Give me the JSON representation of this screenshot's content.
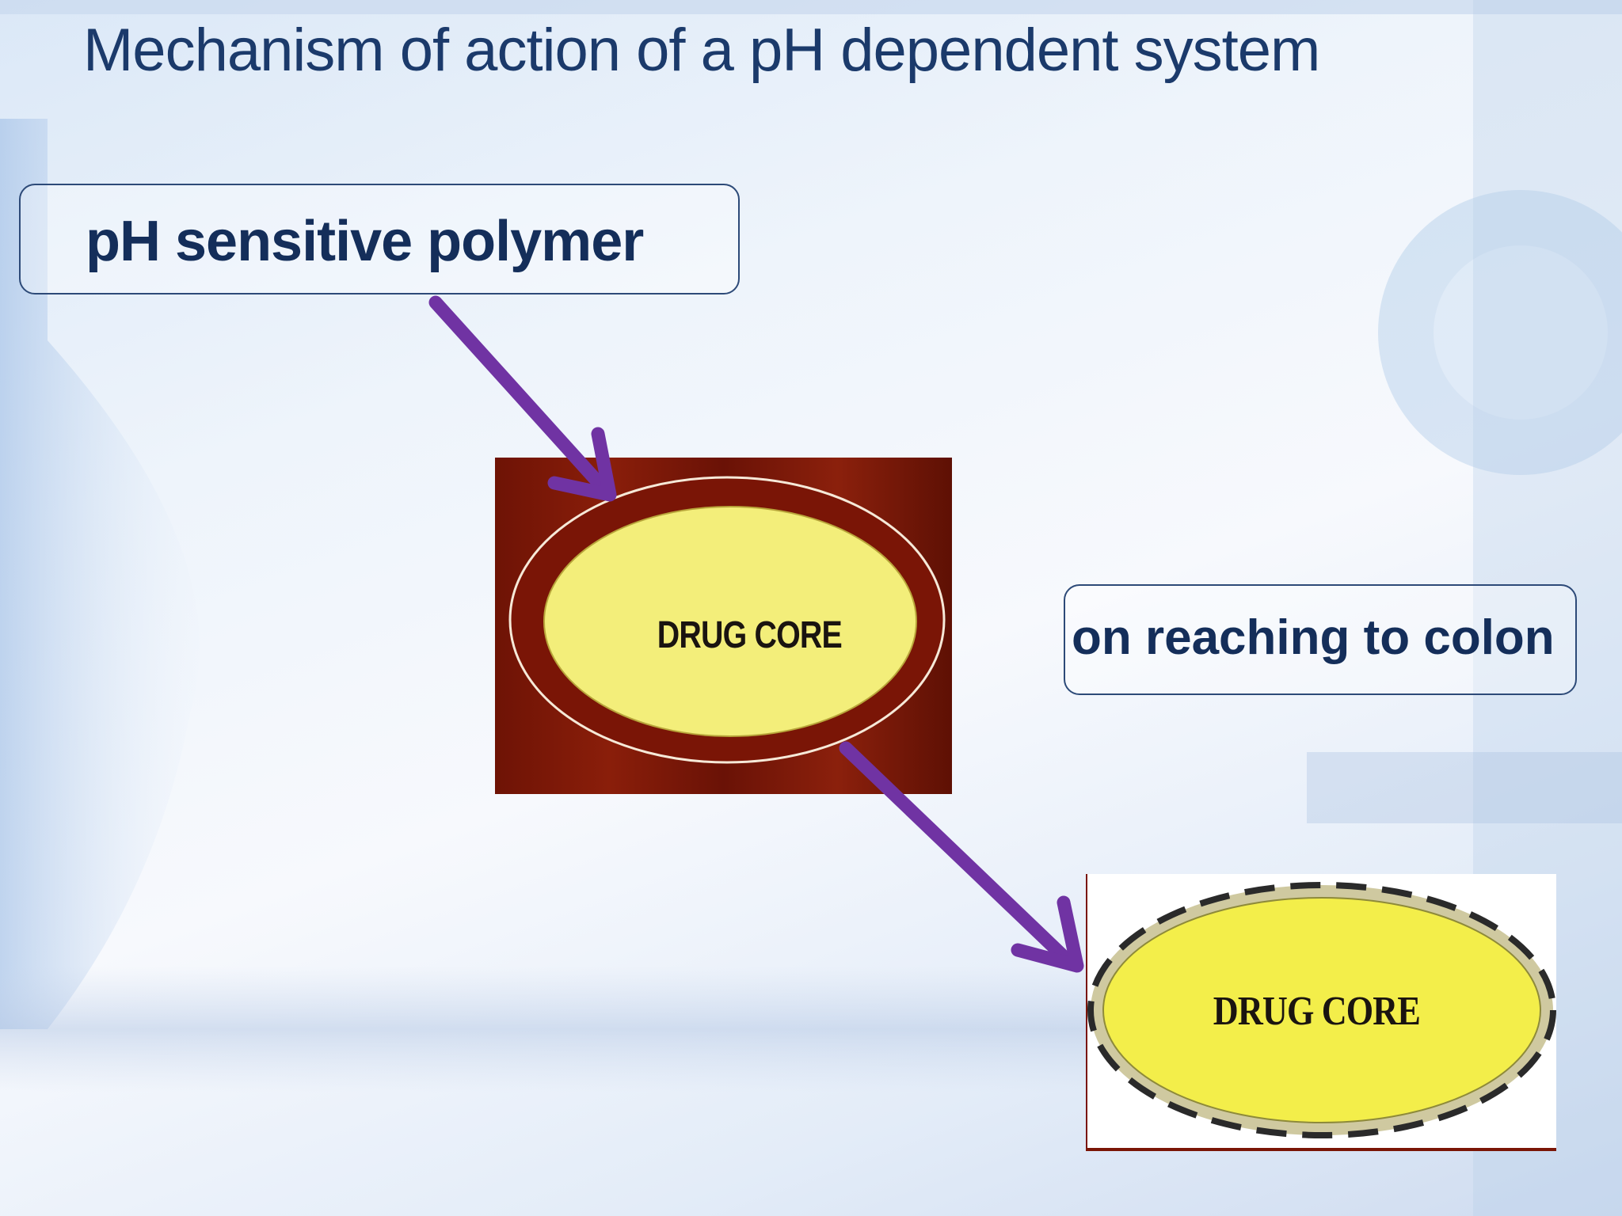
{
  "slide": {
    "title": "Mechanism of action of a pH dependent system"
  },
  "labels": {
    "polymer": "pH sensitive polymer",
    "colon": "on  reaching to colon"
  },
  "coated_tablet": {
    "core_label": "DRUG CORE"
  },
  "released_tablet": {
    "core_label": "DRUG CORE"
  },
  "colors": {
    "title": "#1b3a6b",
    "label_text": "#142e5a",
    "coating": "#7a1506",
    "core_fill": "#f3ee7a",
    "arrow": "#7033a3"
  }
}
